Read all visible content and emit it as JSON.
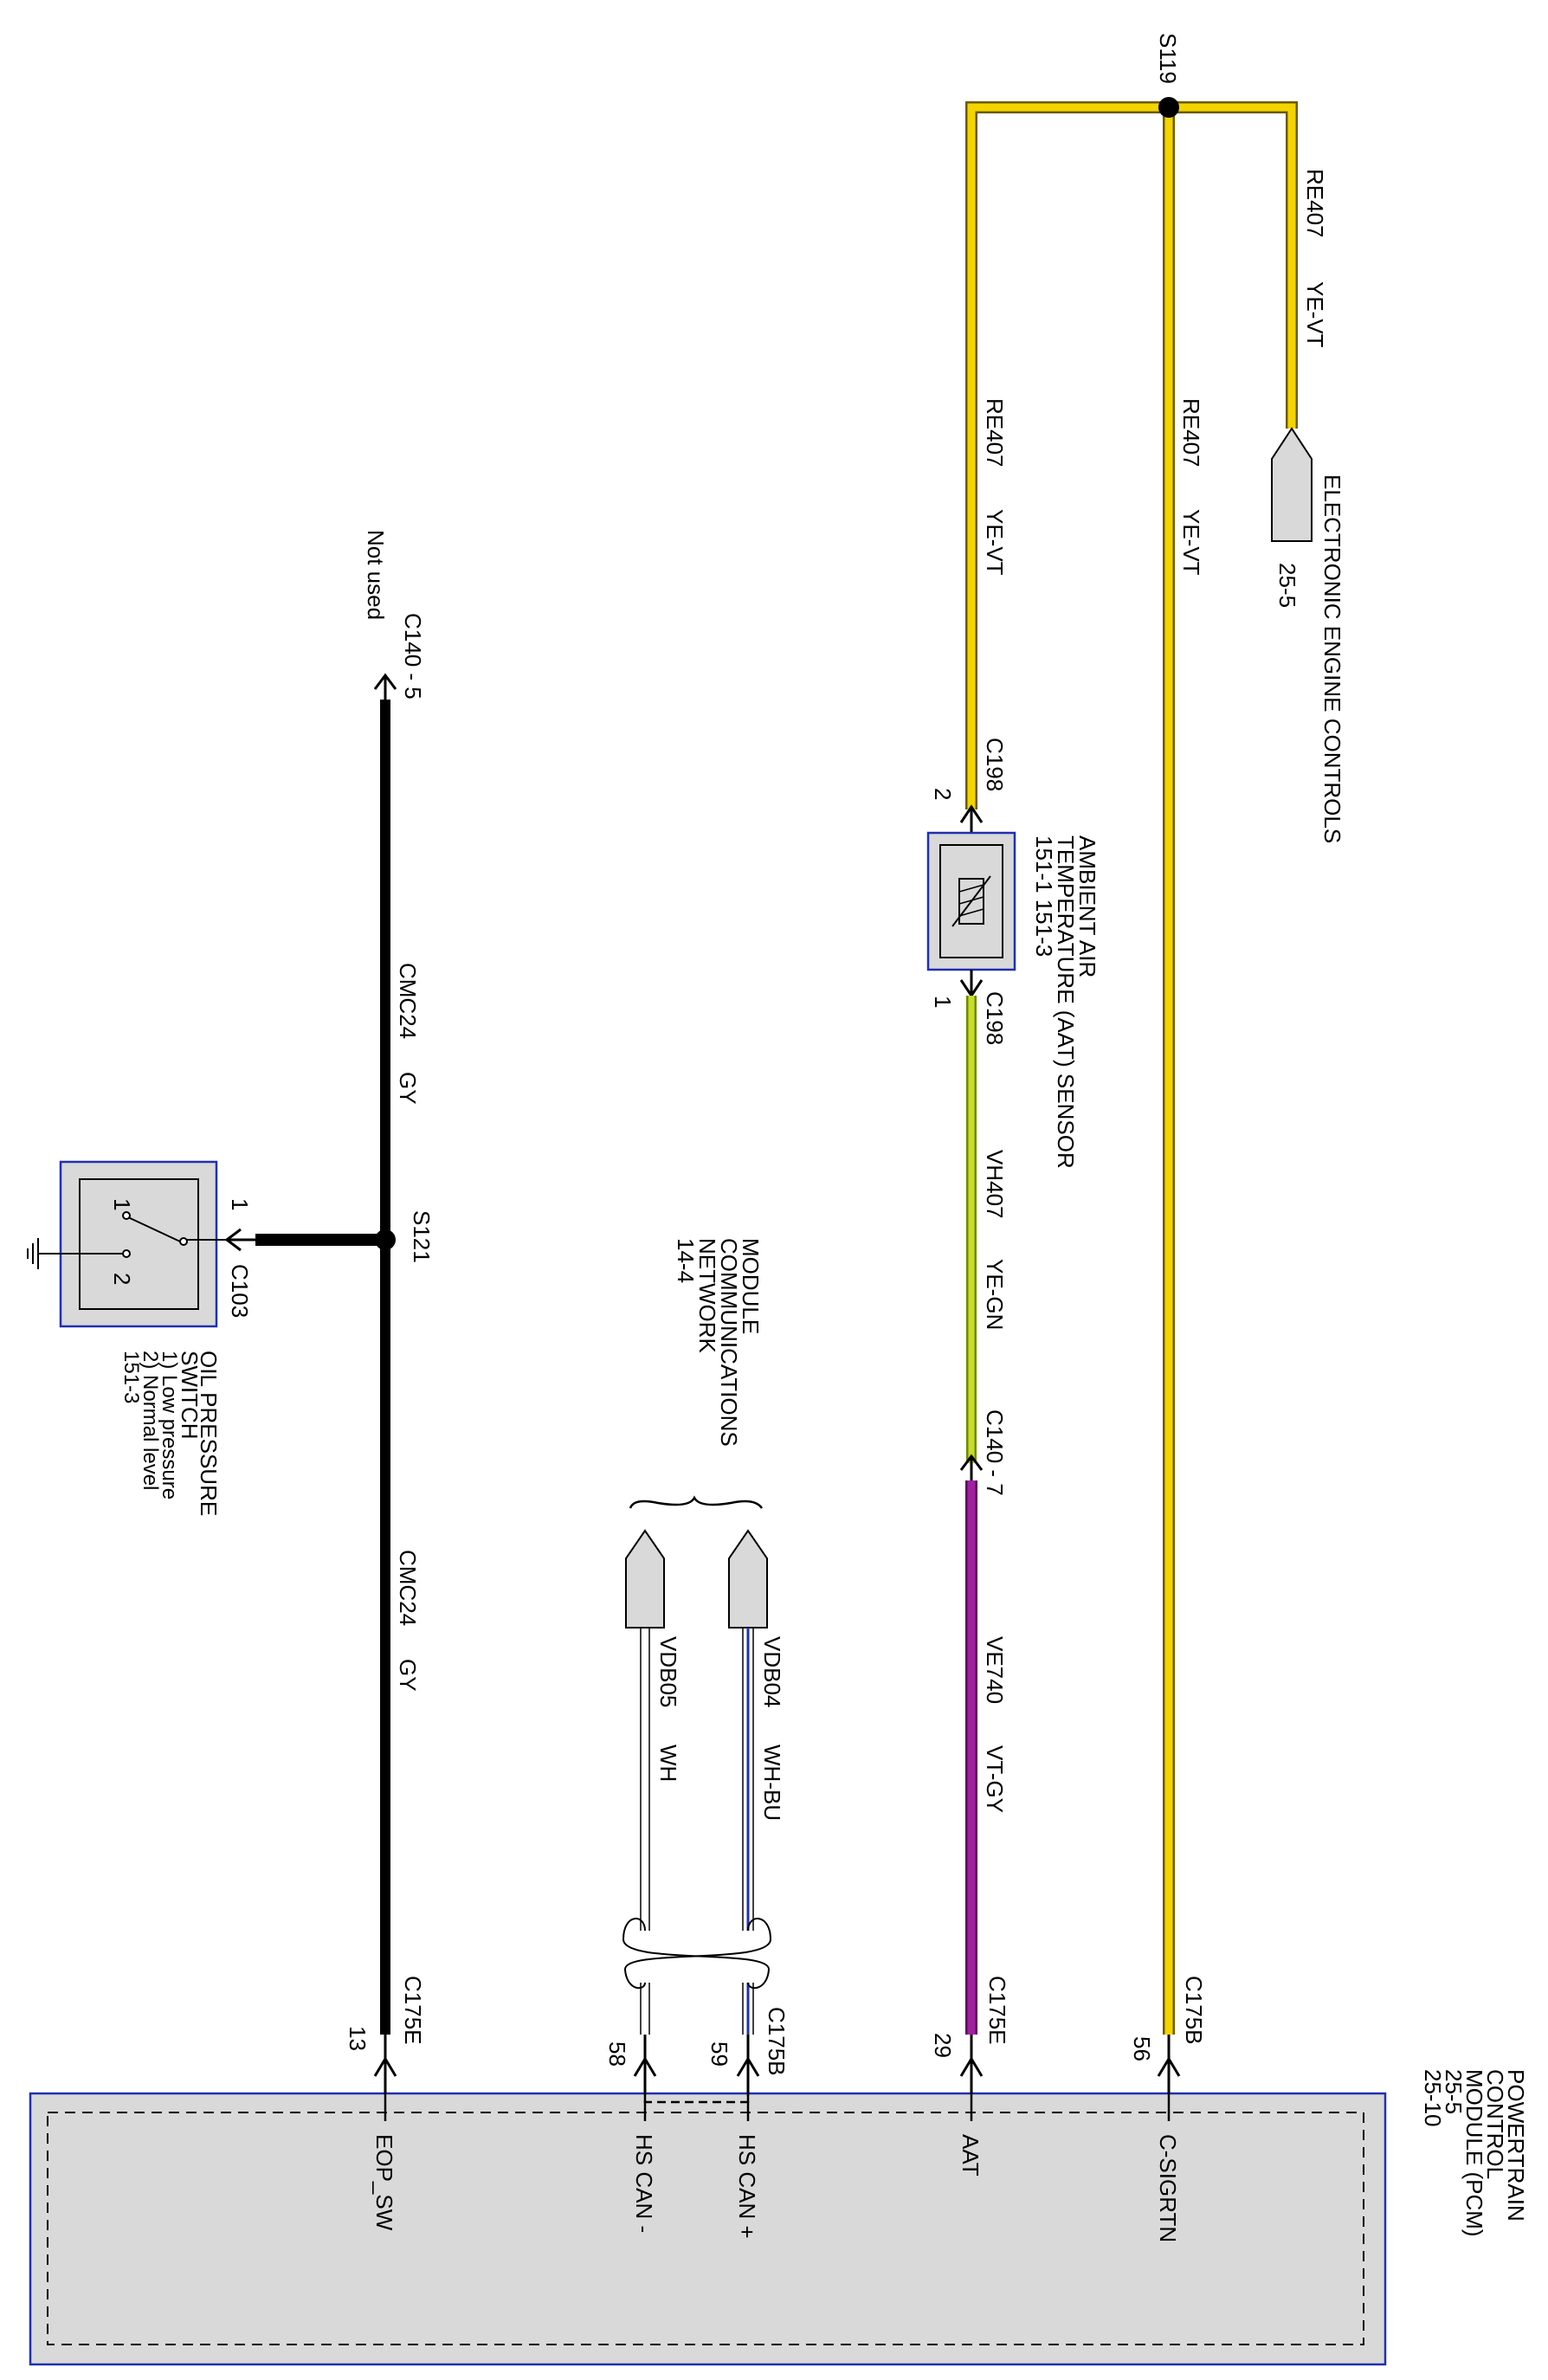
{
  "splices": {
    "s119": "S119",
    "s121": "S121"
  },
  "wires": {
    "re407_a": {
      "circuit": "RE407",
      "color": "YE-VT"
    },
    "re407_b": {
      "circuit": "RE407",
      "color": "YE-VT"
    },
    "re407_c": {
      "circuit": "RE407",
      "color": "YE-VT"
    },
    "vh407": {
      "circuit": "VH407",
      "color": "YE-GN"
    },
    "ve740": {
      "circuit": "VE740",
      "color": "VT-GY"
    },
    "cmc24_a": {
      "circuit": "CMC24",
      "color": "GY"
    },
    "cmc24_b": {
      "circuit": "CMC24",
      "color": "GY"
    },
    "vdb04": {
      "circuit": "VDB04",
      "color": "WH-BU"
    },
    "vdb05": {
      "circuit": "VDB05",
      "color": "WH"
    }
  },
  "connectors": {
    "c198_2": {
      "name": "C198",
      "pin": "2"
    },
    "c198_1": {
      "name": "C198",
      "pin": "1"
    },
    "c140_7": "C140 - 7",
    "c140_5": "C140 - 5",
    "not_used": "Not used",
    "c103": {
      "name": "C103",
      "pin": "1"
    },
    "c175b_56": {
      "name": "C175B",
      "pin": "56"
    },
    "c175e_29": {
      "name": "C175E",
      "pin": "29"
    },
    "c175b_59": {
      "name": "C175B",
      "pin": "59"
    },
    "pin58": "58",
    "c175e_13": {
      "name": "C175E",
      "pin": "13"
    }
  },
  "components": {
    "eec": {
      "title": "ELECTRONIC ENGINE CONTROLS",
      "ref": "25-5"
    },
    "aat": {
      "line1": "AMBIENT AIR",
      "line2": "TEMPERATURE (AAT) SENSOR",
      "line3": "151-1   151-3"
    },
    "mcn": {
      "line1": "MODULE",
      "line2": "COMMUNICATIONS",
      "line3": "NETWORK",
      "line4": "14-4"
    },
    "ops": {
      "line1": "OIL PRESSURE",
      "line2": "SWITCH",
      "line3": "1) Low pressure",
      "line4": "2) Normal level",
      "line5": "151-3",
      "pin1": "1",
      "pin2": "2"
    },
    "pcm": {
      "line1": "POWERTRAIN",
      "line2": "CONTROL",
      "line3": "MODULE (PCM)",
      "line4": "25-5",
      "line5": "25-10",
      "pins": {
        "csigrtn": "C-SIGRTN",
        "aat": "AAT",
        "hscan_plus": "HS CAN +",
        "hscan_minus": "HS CAN -",
        "eop_sw": "EOP_SW"
      }
    }
  },
  "colors": {
    "yellow": "#f4d400",
    "wire_outline": "#6b5b00",
    "violet": "#a020a0",
    "yellow_green": "#c8dc28",
    "black": "#000000",
    "blue": "#2030b0",
    "box_fill": "#d9d9d9"
  }
}
